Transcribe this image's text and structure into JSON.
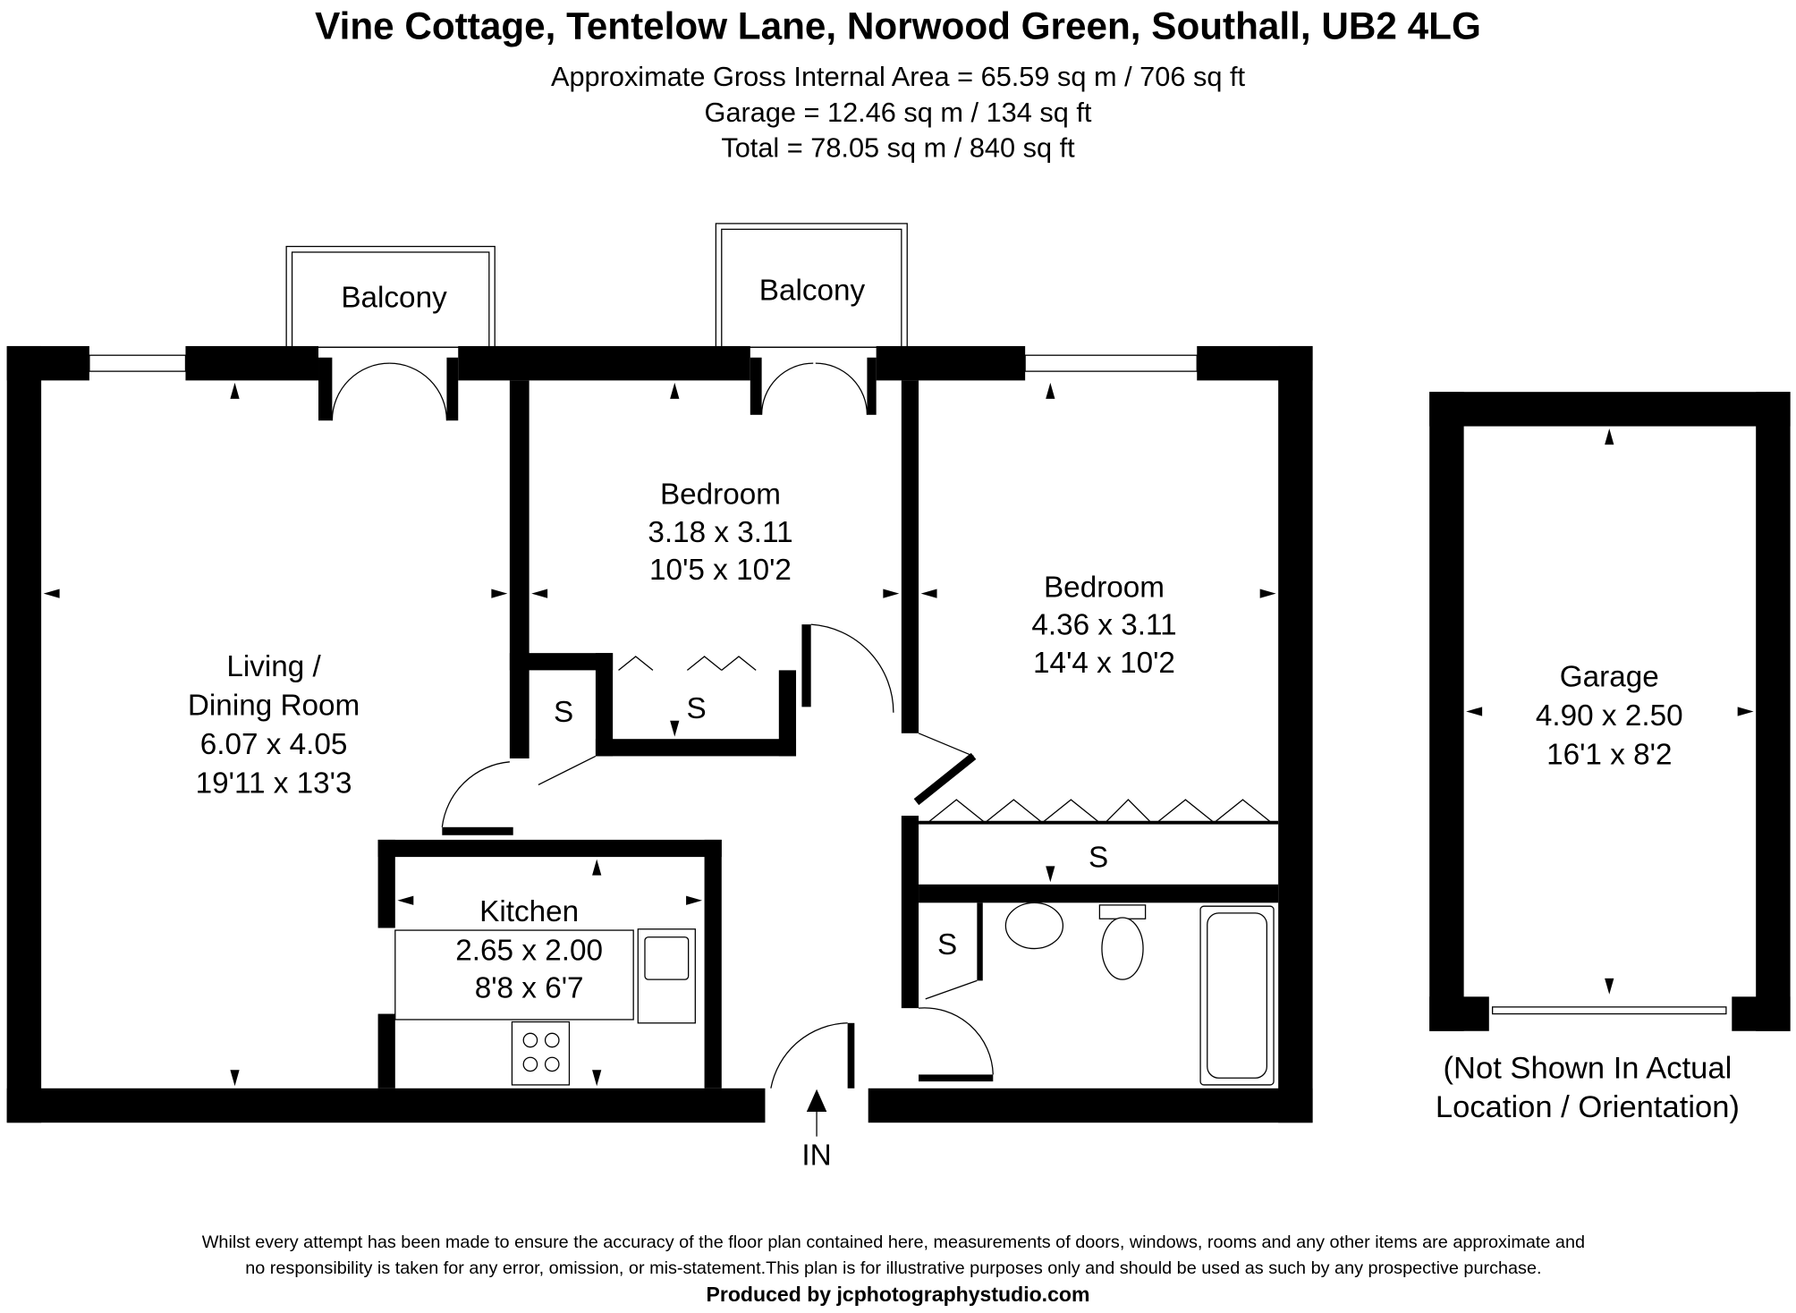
{
  "header": {
    "title": "Vine Cottage, Tentelow Lane, Norwood Green, Southall, UB2 4LG",
    "area_lines": [
      "Approximate Gross Internal Area = 65.59 sq m / 706 sq ft",
      "Garage = 12.46 sq m / 134 sq ft",
      "Total = 78.05 sq m / 840 sq ft"
    ]
  },
  "rooms": {
    "balcony_left": "Balcony",
    "balcony_right": "Balcony",
    "living": {
      "name1": "Living /",
      "name2": "Dining Room",
      "metric": "6.07 x 4.05",
      "imperial": "19'11 x 13'3"
    },
    "bedroom1": {
      "name": "Bedroom",
      "metric": "3.18 x 3.11",
      "imperial": "10'5 x 10'2"
    },
    "bedroom2": {
      "name": "Bedroom",
      "metric": "4.36 x 3.11",
      "imperial": "14'4 x 10'2"
    },
    "kitchen": {
      "name": "Kitchen",
      "metric": "2.65 x 2.00",
      "imperial": "8'8 x 6'7"
    },
    "garage": {
      "name": "Garage",
      "metric": "4.90 x 2.50",
      "imperial": "16'1 x 8'2"
    },
    "storage_label": "S",
    "entrance": "IN"
  },
  "garage_note": [
    "(Not Shown In Actual",
    "Location / Orientation)"
  ],
  "footer": {
    "disclaimer": [
      "Whilst every attempt has been made to ensure the accuracy of the floor plan contained here, measurements of doors, windows, rooms and any other items are approximate and",
      "no responsibility is taken for any error, omission, or mis-statement.This plan is for illustrative purposes only and should be used as such by any prospective purchase."
    ],
    "producer": "Produced by jcphotographystudio.com"
  }
}
